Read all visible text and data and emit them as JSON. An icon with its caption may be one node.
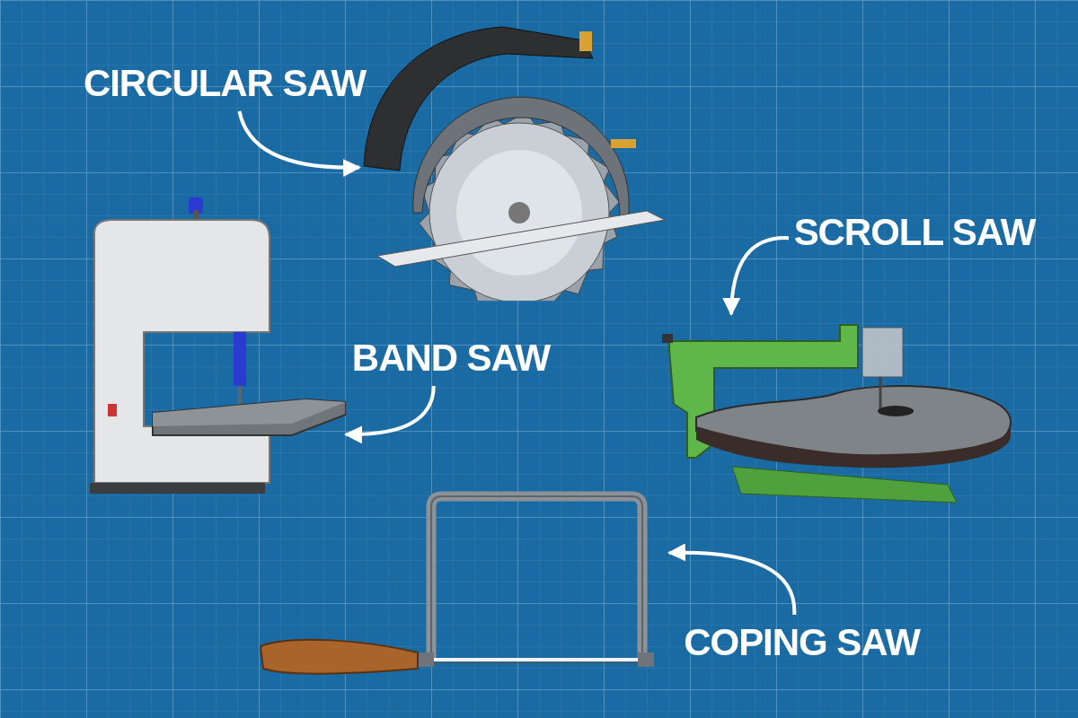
{
  "diagram": {
    "nodes": [
      {
        "text": [
          "CIRCULAR SAW"
        ]
      },
      {
        "text": [],
        "shape": "picture"
      },
      {
        "text": [
          "SCROLL SAW"
        ]
      },
      {
        "text": [],
        "shape": "picture"
      },
      {
        "text": [
          "BAND SAW"
        ]
      },
      {
        "text": [],
        "shape": "picture"
      },
      {
        "text": [],
        "shape": "picture"
      },
      {
        "text": [
          "COPING SAW"
        ]
      }
    ],
    "edges": [
      {
        "from": 0,
        "to": 1,
        "arrow": "to"
      },
      {
        "from": 2,
        "to": 5,
        "arrow": "to"
      },
      {
        "from": 4,
        "to": 3,
        "arrow": "to"
      },
      {
        "from": 7,
        "to": 6,
        "arrow": "to"
      }
    ]
  }
}
